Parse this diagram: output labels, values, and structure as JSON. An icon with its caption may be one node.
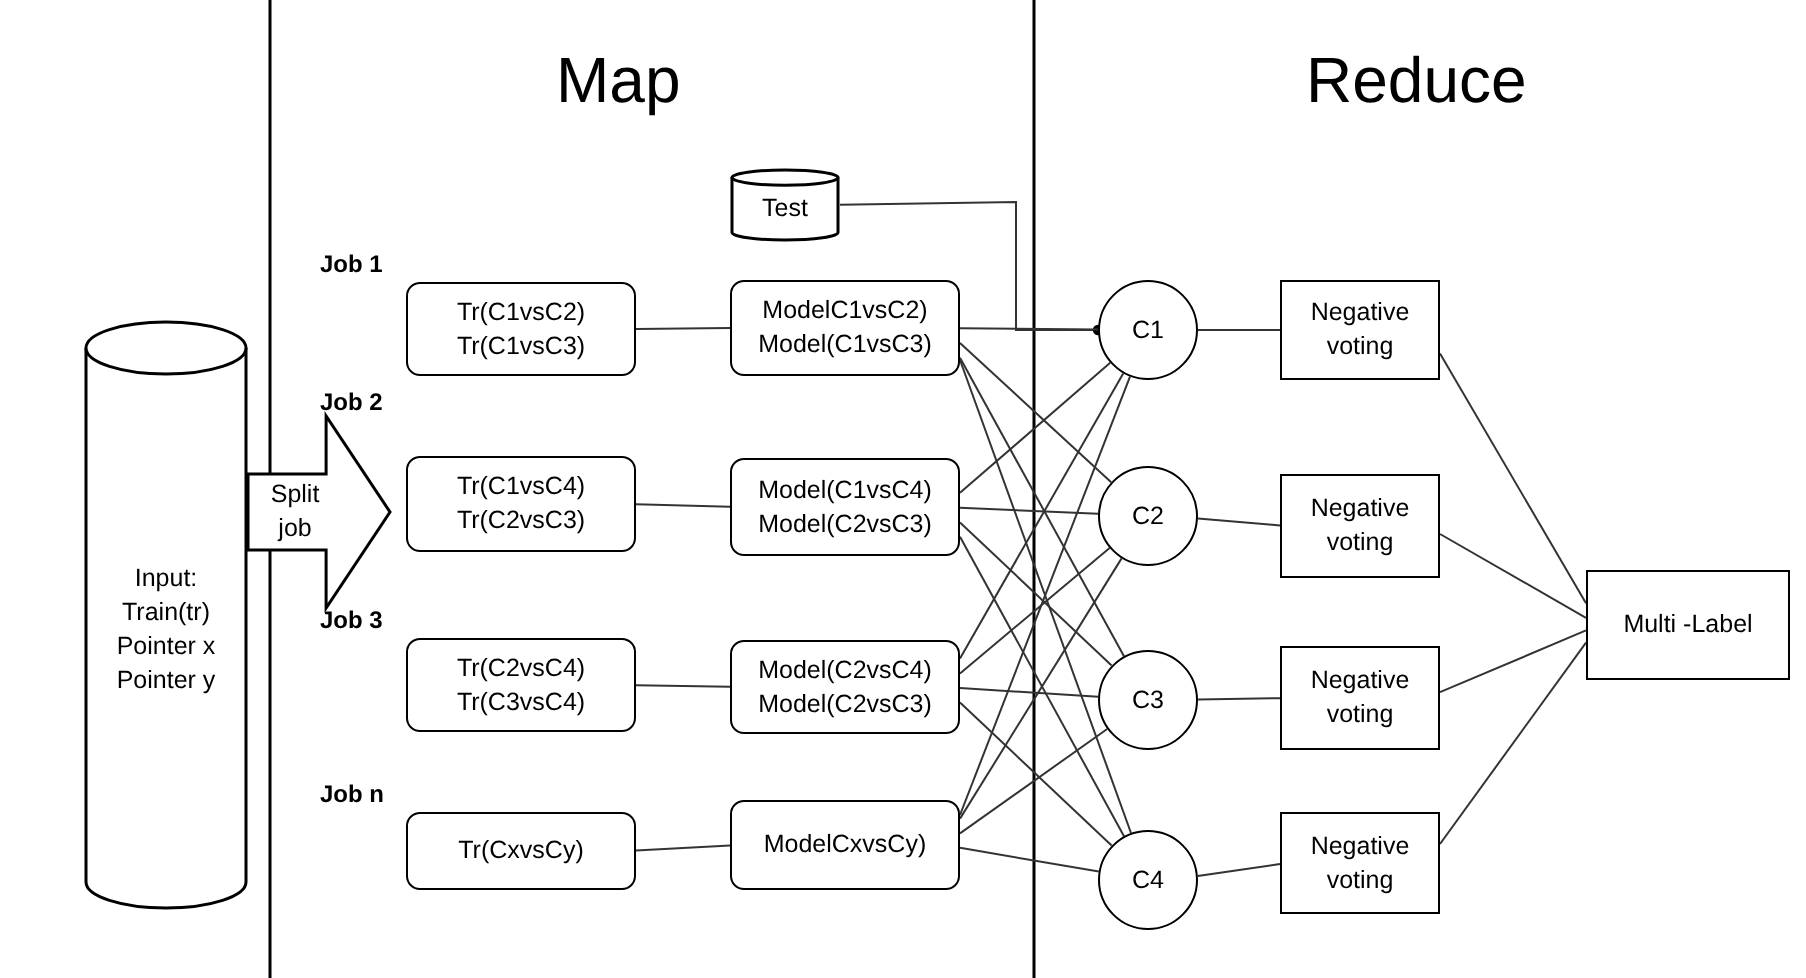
{
  "diagram": {
    "nodes": [
      {
        "text": [
          "Input: Train(tr) Pointer x Pointer y"
        ]
      },
      {
        "text": [
          "Test"
        ]
      },
      {
        "text": [
          "Job 1",
          "Tr(C1vsC2) Tr(C1vsC3)"
        ]
      },
      {
        "text": [
          "Job 2",
          "Tr(C1vsC4) Tr(C2vsC3)"
        ]
      },
      {
        "text": [
          "Job 3",
          "Tr(C2vsC4) Tr(C3vsC4)"
        ]
      },
      {
        "text": [
          "Job n",
          "Tr(CxvsCy)"
        ]
      },
      {
        "text": [
          "ModelC1vsC2) Model(C1vsC3)"
        ]
      },
      {
        "text": [
          "Model(C1vsC4) Model(C2vsC3)"
        ]
      },
      {
        "text": [
          "Model(C2vsC4) Model(C2vsC3)"
        ]
      },
      {
        "text": [
          "ModelCxvsCy)"
        ]
      },
      {
        "text": [
          "C1"
        ]
      },
      {
        "text": [
          "C2"
        ]
      },
      {
        "text": [
          "C3"
        ]
      },
      {
        "text": [
          "C4"
        ]
      },
      {
        "text": [
          "Negative voting"
        ]
      },
      {
        "text": [
          "Negative voting"
        ]
      },
      {
        "text": [
          "Negative voting"
        ]
      },
      {
        "text": [
          "Negative voting"
        ]
      },
      {
        "text": [
          "Multi -Label"
        ]
      }
    ],
    "edges": [
      {
        "from": 0,
        "to": 3,
        "arrow": "to",
        "label": "Split job",
        "style": "thick"
      },
      {
        "from": 2,
        "to": 6,
        "arrow": "none"
      },
      {
        "from": 3,
        "to": 7,
        "arrow": "none"
      },
      {
        "from": 4,
        "to": 8,
        "arrow": "none"
      },
      {
        "from": 5,
        "to": 9,
        "arrow": "none"
      },
      {
        "from": 1,
        "to": 10,
        "arrow": "other"
      },
      {
        "from": 6,
        "to": 10,
        "arrow": "none"
      },
      {
        "from": 6,
        "to": 11,
        "arrow": "none"
      },
      {
        "from": 6,
        "to": 12,
        "arrow": "none"
      },
      {
        "from": 6,
        "to": 13,
        "arrow": "none"
      },
      {
        "from": 7,
        "to": 10,
        "arrow": "none"
      },
      {
        "from": 7,
        "to": 11,
        "arrow": "none"
      },
      {
        "from": 7,
        "to": 12,
        "arrow": "none"
      },
      {
        "from": 7,
        "to": 13,
        "arrow": "none"
      },
      {
        "from": 8,
        "to": 10,
        "arrow": "none"
      },
      {
        "from": 8,
        "to": 11,
        "arrow": "none"
      },
      {
        "from": 8,
        "to": 12,
        "arrow": "none"
      },
      {
        "from": 8,
        "to": 13,
        "arrow": "none"
      },
      {
        "from": 9,
        "to": 10,
        "arrow": "none"
      },
      {
        "from": 9,
        "to": 11,
        "arrow": "none"
      },
      {
        "from": 9,
        "to": 12,
        "arrow": "none"
      },
      {
        "from": 9,
        "to": 13,
        "arrow": "none"
      },
      {
        "from": 10,
        "to": 14,
        "arrow": "none"
      },
      {
        "from": 11,
        "to": 15,
        "arrow": "none"
      },
      {
        "from": 12,
        "to": 16,
        "arrow": "none"
      },
      {
        "from": 13,
        "to": 17,
        "arrow": "none"
      },
      {
        "from": 14,
        "to": 18,
        "arrow": "none"
      },
      {
        "from": 15,
        "to": 18,
        "arrow": "none"
      },
      {
        "from": 16,
        "to": 18,
        "arrow": "none"
      },
      {
        "from": 17,
        "to": 18,
        "arrow": "none"
      }
    ],
    "labels": [
      "Map",
      "Reduce"
    ]
  }
}
